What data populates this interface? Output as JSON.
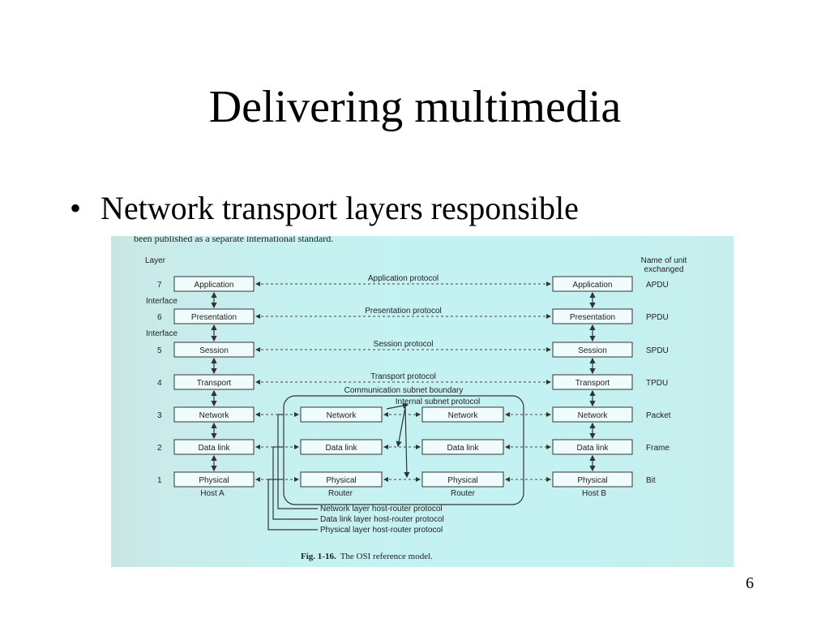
{
  "slide": {
    "title": "Delivering multimedia",
    "bullet": "Network transport layers responsible",
    "page_number": "6"
  },
  "figure": {
    "top_caption": "been published as a separate international standard.",
    "layer_header": "Layer",
    "unit_header_line1": "Name of unit",
    "unit_header_line2": "exchanged",
    "interface_label": "Interface",
    "layers": [
      {
        "num": "7",
        "name": "Application",
        "protocol": "Application protocol",
        "unit": "APDU"
      },
      {
        "num": "6",
        "name": "Presentation",
        "protocol": "Presentation protocol",
        "unit": "PPDU"
      },
      {
        "num": "5",
        "name": "Session",
        "protocol": "Session protocol",
        "unit": "SPDU"
      },
      {
        "num": "4",
        "name": "Transport",
        "protocol": "Transport protocol",
        "unit": "TPDU"
      },
      {
        "num": "3",
        "name": "Network",
        "protocol": "",
        "unit": "Packet"
      },
      {
        "num": "2",
        "name": "Data link",
        "protocol": "",
        "unit": "Frame"
      },
      {
        "num": "1",
        "name": "Physical",
        "protocol": "",
        "unit": "Bit"
      }
    ],
    "subnet_boundary": "Communication subnet boundary",
    "internal_subnet_protocol": "Internal subnet protocol",
    "router_layers": [
      "Network",
      "Data link",
      "Physical"
    ],
    "host_a": "Host A",
    "host_b": "Host B",
    "router": "Router",
    "host_router_protocols": [
      "Network layer host-router protocol",
      "Data link layer host-router protocol",
      "Physical layer host-router protocol"
    ],
    "caption_bold": "Fig.  1-16.",
    "caption_text": "The OSI reference model."
  }
}
